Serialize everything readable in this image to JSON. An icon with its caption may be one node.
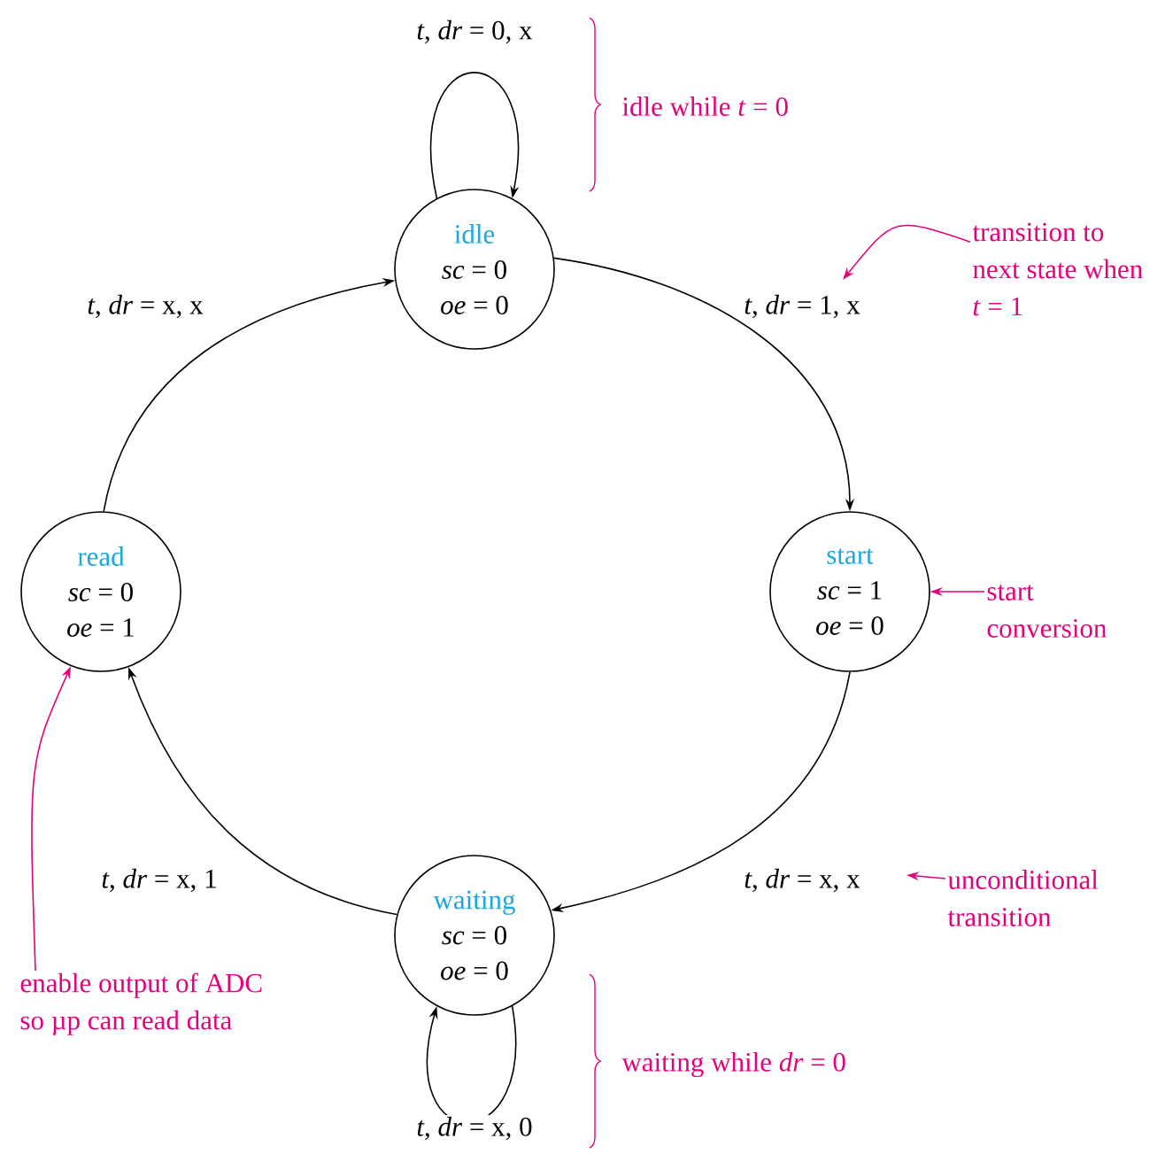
{
  "diagram": {
    "nodes": [
      {
        "text": [
          "idle",
          "*sc* = 0",
          "*oe* = 0"
        ]
      },
      {
        "text": [
          "start",
          "*sc* = 1",
          "*oe* = 0"
        ]
      },
      {
        "text": [
          "waiting",
          "*sc* = 0",
          "*oe* = 0"
        ]
      },
      {
        "text": [
          "read",
          "*sc* = 0",
          "*oe* = 1"
        ]
      },
      {
        "text": [
          "transition to next state when *t* = 1"
        ]
      },
      {
        "text": [
          "start conversion"
        ]
      },
      {
        "text": [
          "unconditional transition"
        ]
      },
      {
        "text": [
          "enable output of ADC so µp can read data"
        ]
      }
    ],
    "edges": [
      {
        "from": 0,
        "to": 0,
        "arrow": "to",
        "label": "*t*, *dr* = 0, x"
      },
      {
        "from": 0,
        "to": 1,
        "arrow": "to",
        "label": "*t*, *dr* = 1, x"
      },
      {
        "from": 1,
        "to": 2,
        "arrow": "to",
        "label": "*t*, *dr* = x, x"
      },
      {
        "from": 2,
        "to": 2,
        "arrow": "to",
        "label": "*t*, *dr* = x, 0"
      },
      {
        "from": 2,
        "to": 3,
        "arrow": "to",
        "label": "*t*, *dr* = x, 1"
      },
      {
        "from": 3,
        "to": 0,
        "arrow": "to",
        "label": "*t*, *dr* = x, x"
      },
      {
        "from": 4,
        "to": null,
        "arrow": "to",
        "color": "#e5007d"
      },
      {
        "from": 5,
        "to": 1,
        "arrow": "to",
        "color": "#e5007d"
      },
      {
        "from": 6,
        "to": null,
        "arrow": "to",
        "color": "#e5007d"
      },
      {
        "from": 7,
        "to": 3,
        "arrow": "to",
        "color": "#e5007d"
      }
    ],
    "labels": [
      "idle while *t* = 0",
      "waiting while *dr* = 0"
    ]
  }
}
